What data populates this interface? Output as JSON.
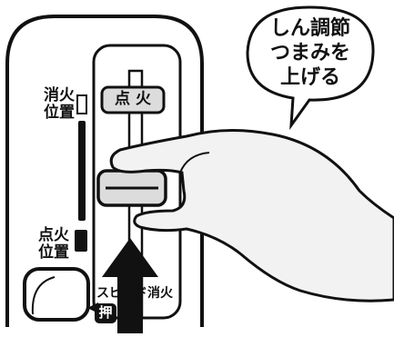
{
  "labels": {
    "extinguish_position": [
      "消火",
      "位置"
    ],
    "ignition_position": [
      "点火",
      "位置"
    ],
    "ignite_button": "点 火",
    "speed_extinguish": "スピード消火",
    "push": "押"
  },
  "bubble": {
    "lines": [
      "しん調節",
      "つまみを",
      "上げる"
    ]
  },
  "colors": {
    "outline": "#111111",
    "panel_fill": "#ffffff",
    "button_fill": "#dcdcdc",
    "hand_fill": "#f2f2f2",
    "arrow_fill": "#111111"
  }
}
